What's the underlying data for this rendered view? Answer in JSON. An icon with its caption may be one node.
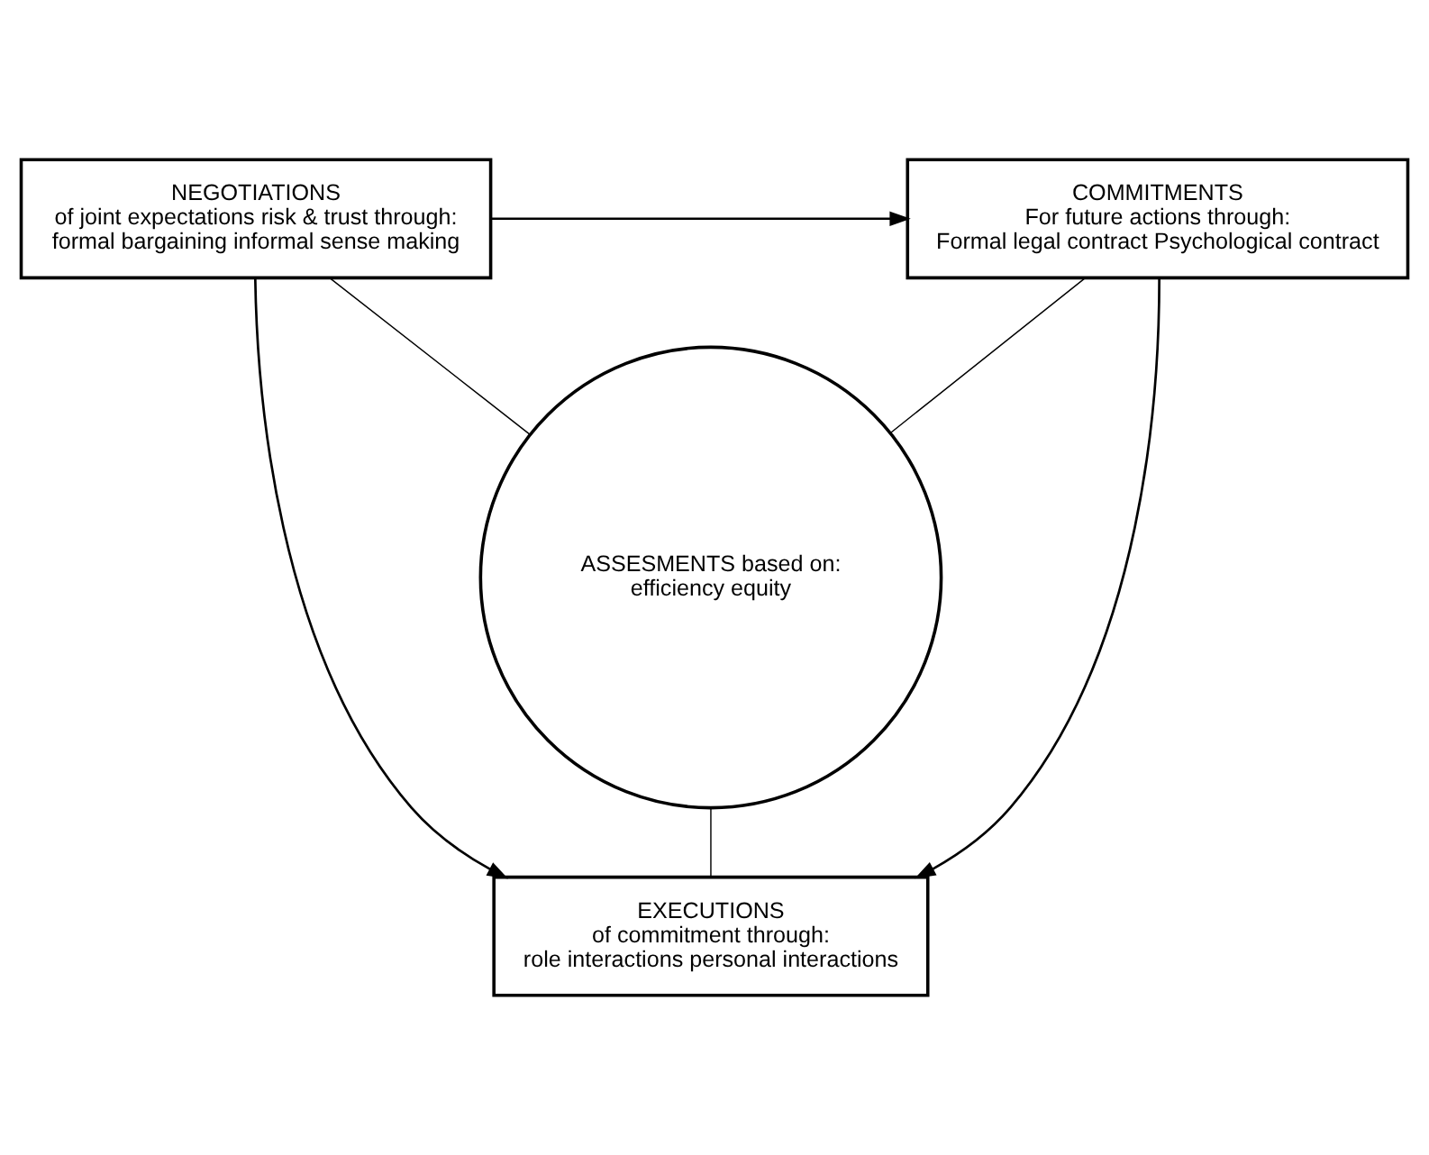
{
  "diagram": {
    "nodes": [
      {
        "text": [
          "NEGOTIATIONS",
          "of joint expectations risk & trust through:",
          "formal bargaining informal sense making"
        ]
      },
      {
        "text": [
          "COMMITMENTS",
          "For future actions through:",
          "Formal legal contract Psychological contract"
        ]
      },
      {
        "text": [
          "ASSESMENTS based on:",
          "efficiency equity"
        ]
      },
      {
        "text": [
          "EXECUTIONS",
          "of commitment through:",
          "role interactions personal interactions"
        ]
      }
    ],
    "edges": [
      {
        "from": 0,
        "to": 1,
        "arrow": "to"
      },
      {
        "from": 0,
        "to": 2,
        "arrow": "none"
      },
      {
        "from": 1,
        "to": 2,
        "arrow": "none"
      },
      {
        "from": 0,
        "to": 3,
        "arrow": "to"
      },
      {
        "from": 1,
        "to": 3,
        "arrow": "to"
      },
      {
        "from": 2,
        "to": 3,
        "arrow": "none"
      }
    ]
  }
}
